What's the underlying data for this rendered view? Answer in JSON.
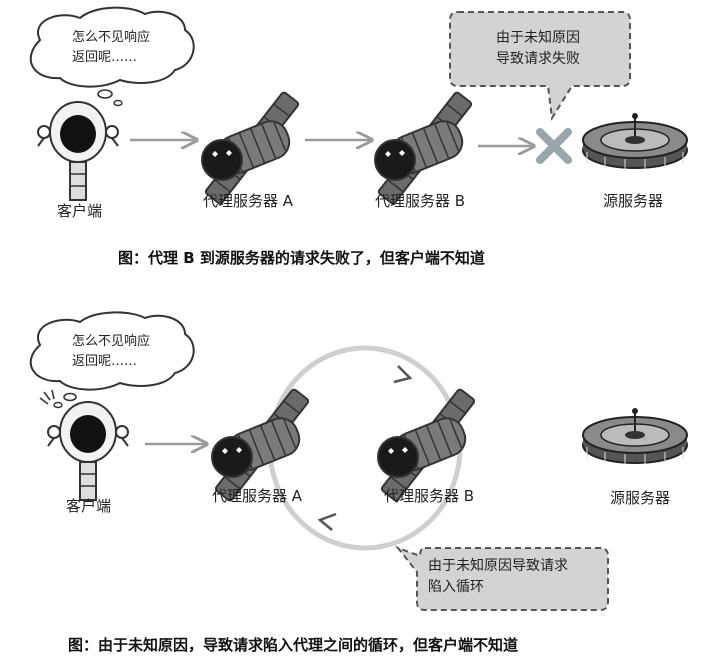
{
  "figure1": {
    "cloud_text_line1": "怎么不见响应",
    "cloud_text_line2": "返回呢……",
    "client_label": "客户端",
    "proxy_a_label": "代理服务器 A",
    "proxy_b_label": "代理服务器 B",
    "origin_label": "源服务器",
    "error_note_line1": "由于未知原因",
    "error_note_line2": "导致请求失败",
    "caption": "图：代理 B 到源服务器的请求失败了，但客户端不知道"
  },
  "figure2": {
    "cloud_text_line1": "怎么不见响应",
    "cloud_text_line2": "返回呢……",
    "client_label": "客户端",
    "proxy_a_label": "代理服务器 A",
    "proxy_b_label": "代理服务器 B",
    "origin_label": "源服务器",
    "loop_note_line1": "由于未知原因导致请求",
    "loop_note_line2": "陷入循环",
    "caption": "图：由于未知原因，导致请求陷入代理之间的循环，但客户端不知道"
  },
  "colors": {
    "arrow": "#9a9a9a",
    "x_mark": "#9aa6ad",
    "note_fill": "#d3d3d3",
    "loop_ring": "#cfcfcf"
  }
}
